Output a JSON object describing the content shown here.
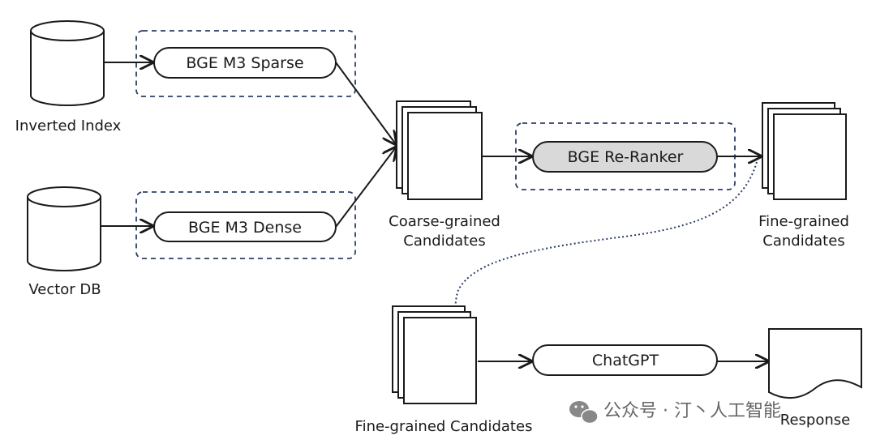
{
  "sources": {
    "inverted_index": "Inverted Index",
    "vector_db": "Vector DB"
  },
  "retrievers": {
    "sparse": "BGE M3 Sparse",
    "dense": "BGE M3 Dense"
  },
  "reranker": "BGE Re-Ranker",
  "llm": "ChatGPT",
  "candidates": {
    "coarse_line1": "Coarse-grained",
    "coarse_line2": "Candidates",
    "fine_line1": "Fine-grained",
    "fine_line2": "Candidates",
    "fine_bottom": "Fine-grained Candidates"
  },
  "response": "Response",
  "watermark": "公众号 · 汀丶人工智能",
  "colors": {
    "stroke": "#1a1a1a",
    "dashed_border": "#2c3e66",
    "reranker_fill": "#d9d9d9",
    "dotted_arrow": "#2c3e66"
  }
}
